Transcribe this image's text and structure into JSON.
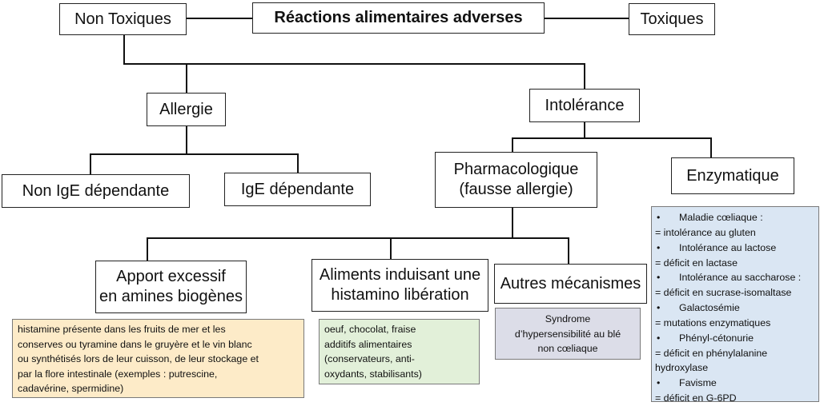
{
  "diagram": {
    "title": "Réactions alimentaires adverses",
    "non_toxic": "Non Toxiques",
    "toxic": "Toxiques",
    "allergy": "Allergie",
    "intolerance": "Intolérance",
    "non_ige": "Non IgE dépendante",
    "ige": "IgE dépendante",
    "pharmacological": [
      "Pharmacologique",
      "(fausse allergie)"
    ],
    "enzymatic": "Enzymatique",
    "biogenic_amines": [
      "Apport excessif",
      "en amines biogènes"
    ],
    "histamine_release": [
      "Aliments induisant une",
      "histamino libération"
    ],
    "other_mechanisms": "Autres mécanismes"
  },
  "notes": {
    "biogenic_amines": [
      "histamine présente dans les fruits de mer et les",
      "conserves ou tyramine dans le gruyère et le vin blanc",
      "ou synthétisés lors de leur cuisson, de leur stockage et",
      "par la flore intestinale (exemples : putrescine,",
      "cadavérine, spermidine)"
    ],
    "histamine_release": [
      "oeuf, chocolat, fraise",
      "additifs alimentaires",
      "(conservateurs, anti-",
      "oxydants, stabilisants)"
    ],
    "other_mechanisms": [
      "Syndrome",
      "d’hypersensibilité au blé",
      "non cœliaque"
    ],
    "enzymatic": {
      "bullet": "•",
      "items": [
        {
          "name": "Maladie cœliaque :",
          "detail": "= intolérance au gluten"
        },
        {
          "name": "Intolérance au lactose",
          "detail": "= déficit en lactase"
        },
        {
          "name": "Intolérance au saccharose :",
          "detail": "= déficit en sucrase-isomaltase"
        },
        {
          "name": "Galactosémie",
          "detail": "= mutations enzymatiques"
        },
        {
          "name": "Phényl-cétonurie",
          "detail": "= déficit en phénylalanine",
          "detail2": "hydroxylase"
        },
        {
          "name": "Favisme",
          "detail": "= déficit en G-6PD"
        }
      ]
    }
  },
  "colors": {
    "orange_box": "#fdebc8",
    "green_box": "#e2f0d9",
    "grey_box": "#dcdde8",
    "blue_box": "#dae6f3"
  }
}
